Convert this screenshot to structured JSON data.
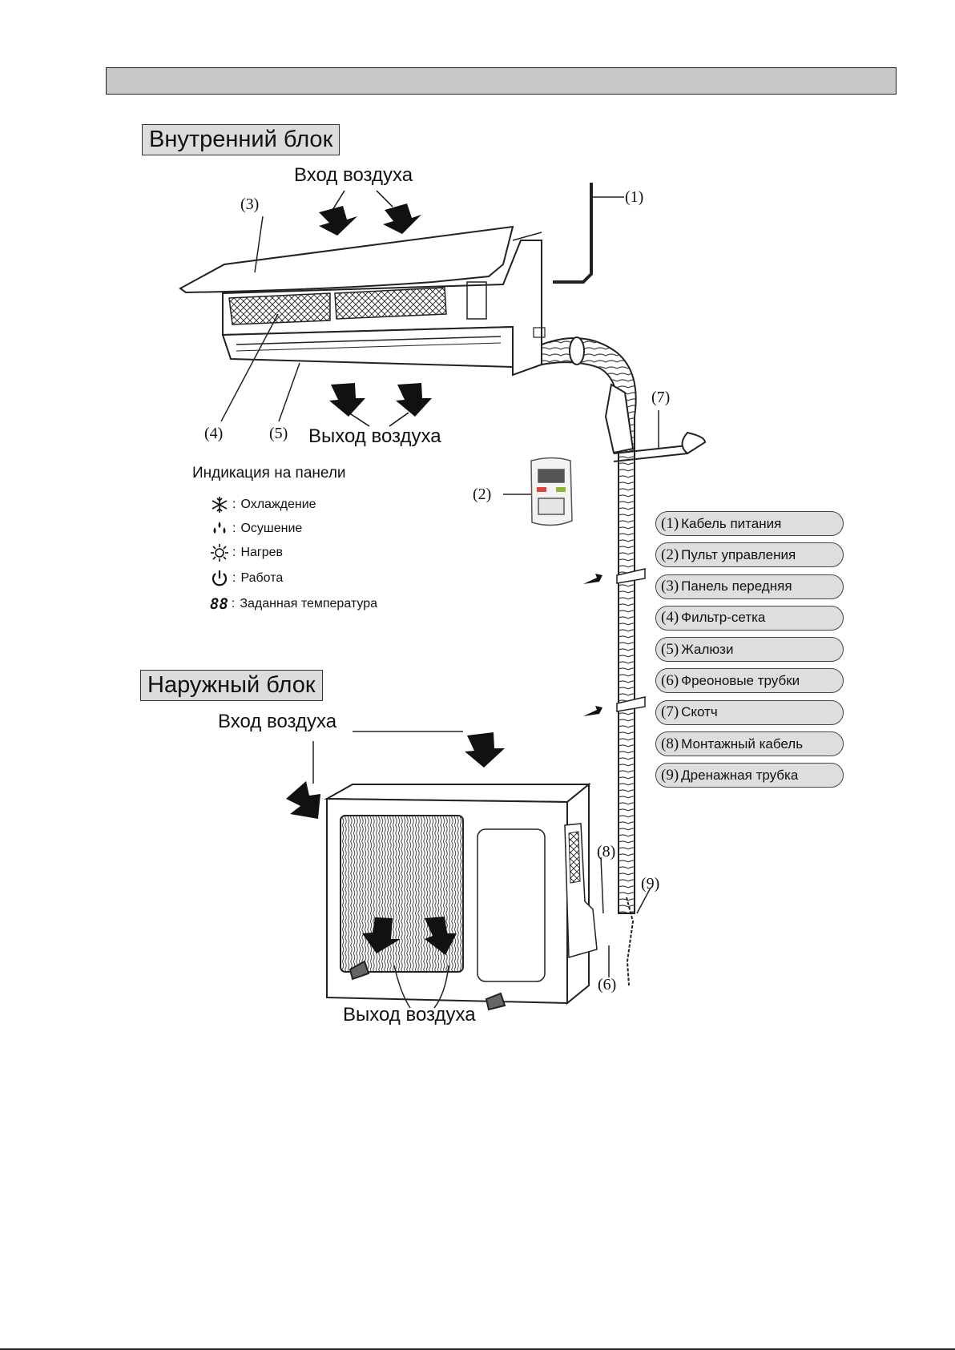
{
  "indoor": {
    "title": "Внутренний блок",
    "air_in": "Вход воздуха",
    "air_out": "Выход воздуха"
  },
  "panel_indication": {
    "title": "Индикация на панели",
    "items": [
      {
        "icon": "snowflake-icon",
        "label": "Охлаждение"
      },
      {
        "icon": "drops-icon",
        "label": "Осушение"
      },
      {
        "icon": "sun-icon",
        "label": "Нагрев"
      },
      {
        "icon": "power-icon",
        "label": "Работа"
      },
      {
        "icon": "seven-segment-icon",
        "glyph": "88",
        "label": "Заданная температура"
      }
    ]
  },
  "outdoor": {
    "title": "Наружный блок",
    "air_in": "Вход воздуха",
    "air_out": "Выход воздуха"
  },
  "callouts": [
    "(1)",
    "(2)",
    "(3)",
    "(4)",
    "(5)",
    "(6)",
    "(7)",
    "(8)",
    "(9)"
  ],
  "parts": [
    {
      "num": "(1)",
      "label": "Кабель питания"
    },
    {
      "num": "(2)",
      "label": "Пульт управления"
    },
    {
      "num": "(3)",
      "label": "Панель передняя"
    },
    {
      "num": "(4)",
      "label": "Фильтр-сетка"
    },
    {
      "num": "(5)",
      "label": "Жалюзи"
    },
    {
      "num": "(6)",
      "label": "Фреоновые трубки"
    },
    {
      "num": "(7)",
      "label": "Скотч"
    },
    {
      "num": "(8)",
      "label": "Монтажный кабель"
    },
    {
      "num": "(9)",
      "label": "Дренажная трубка"
    }
  ]
}
